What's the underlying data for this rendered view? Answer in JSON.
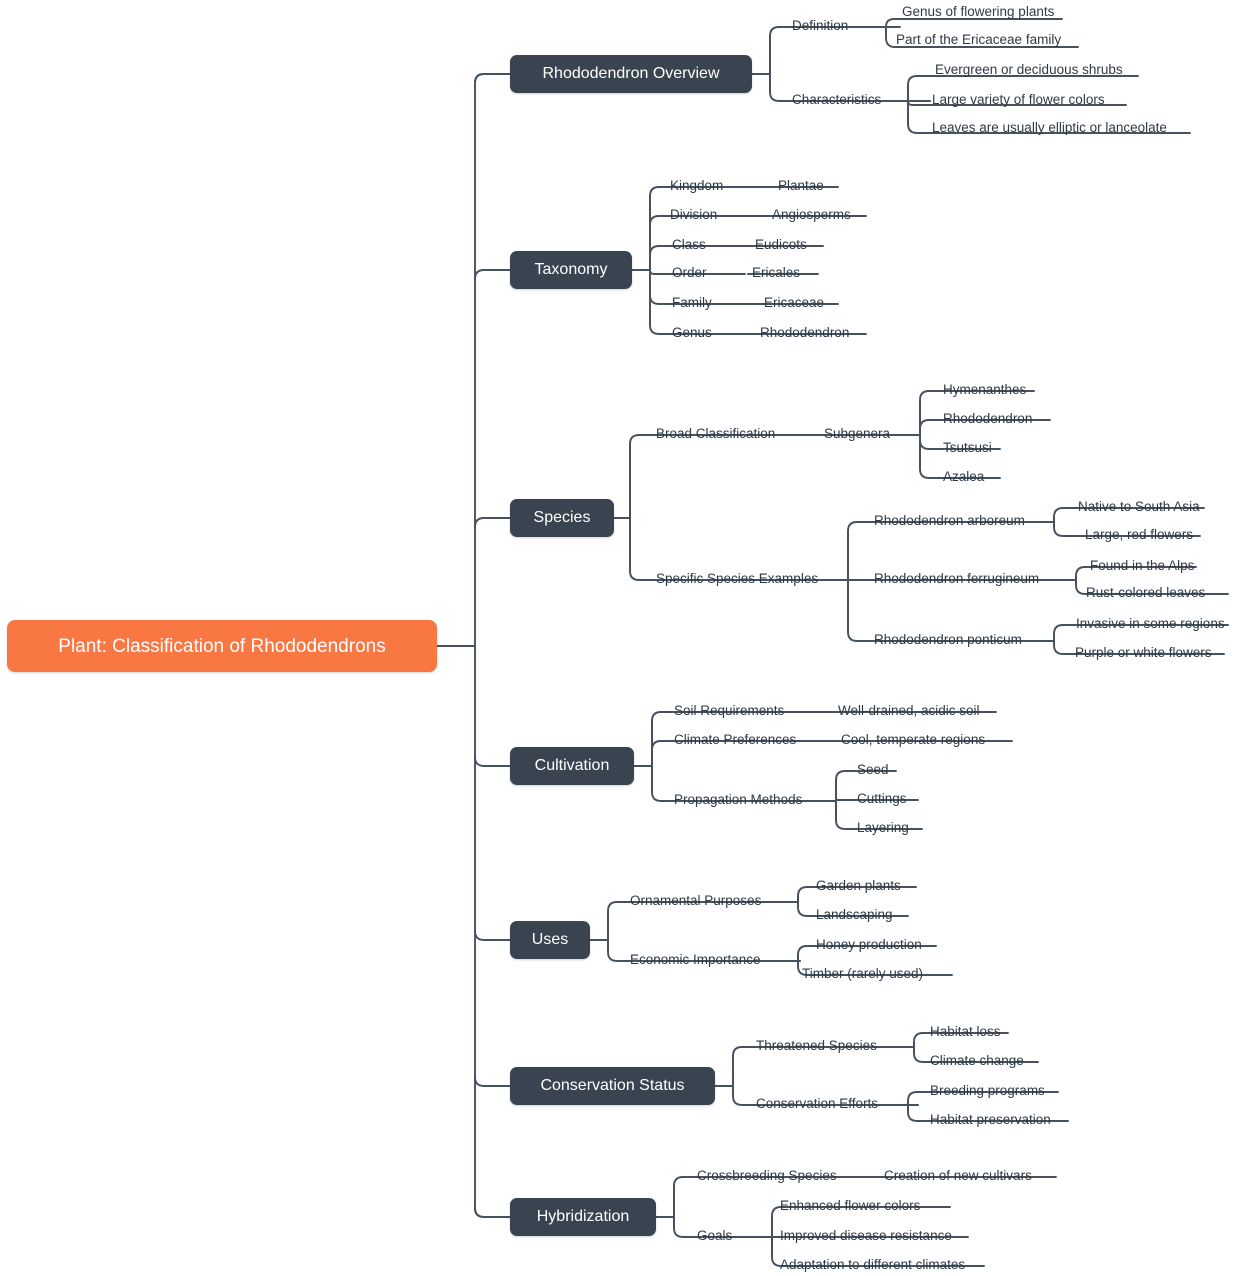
{
  "diagram": {
    "type": "mind-map",
    "title": "Plant: Classification of Rhododendrons",
    "root_color": "#f97742",
    "node_color": "#3a4450",
    "line_color": "#46525e",
    "text_color": "#2f3a45",
    "background": "#ffffff"
  },
  "root": {
    "label": "Plant: Classification of Rhododendrons"
  },
  "branches": [
    {
      "label": "Rhododendron Overview",
      "children": [
        {
          "label": "Definition",
          "children": [
            {
              "label": "Genus of flowering plants"
            },
            {
              "label": "Part of the Ericaceae family"
            }
          ]
        },
        {
          "label": "Characteristics",
          "children": [
            {
              "label": "Evergreen or deciduous shrubs"
            },
            {
              "label": "Large variety of flower colors"
            },
            {
              "label": "Leaves are usually elliptic or lanceolate"
            }
          ]
        }
      ]
    },
    {
      "label": "Taxonomy",
      "children": [
        {
          "label": "Kingdom",
          "children": [
            {
              "label": "Plantae"
            }
          ]
        },
        {
          "label": "Division",
          "children": [
            {
              "label": "Angiosperms"
            }
          ]
        },
        {
          "label": "Class",
          "children": [
            {
              "label": "Eudicots"
            }
          ]
        },
        {
          "label": "Order",
          "children": [
            {
              "label": "Ericales"
            }
          ]
        },
        {
          "label": "Family",
          "children": [
            {
              "label": "Ericaceae"
            }
          ]
        },
        {
          "label": "Genus",
          "children": [
            {
              "label": "Rhododendron"
            }
          ]
        }
      ]
    },
    {
      "label": "Species",
      "children": [
        {
          "label": "Broad Classification",
          "children": [
            {
              "label": "Subgenera",
              "children": [
                {
                  "label": "Hymenanthes"
                },
                {
                  "label": "Rhododendron"
                },
                {
                  "label": "Tsutsusi"
                },
                {
                  "label": "Azalea"
                }
              ]
            }
          ]
        },
        {
          "label": "Specific Species Examples",
          "children": [
            {
              "label": "Rhododendron arboreum",
              "children": [
                {
                  "label": "Native to South Asia"
                },
                {
                  "label": "Large, red flowers"
                }
              ]
            },
            {
              "label": "Rhododendron ferrugineum",
              "children": [
                {
                  "label": "Found in the Alps"
                },
                {
                  "label": "Rust-colored leaves"
                }
              ]
            },
            {
              "label": "Rhododendron ponticum",
              "children": [
                {
                  "label": "Invasive in some regions"
                },
                {
                  "label": "Purple or white flowers"
                }
              ]
            }
          ]
        }
      ]
    },
    {
      "label": "Cultivation",
      "children": [
        {
          "label": "Soil Requirements",
          "children": [
            {
              "label": "Well-drained, acidic soil"
            }
          ]
        },
        {
          "label": "Climate Preferences",
          "children": [
            {
              "label": "Cool, temperate regions"
            }
          ]
        },
        {
          "label": "Propagation Methods",
          "children": [
            {
              "label": "Seed"
            },
            {
              "label": "Cuttings"
            },
            {
              "label": "Layering"
            }
          ]
        }
      ]
    },
    {
      "label": "Uses",
      "children": [
        {
          "label": "Ornamental Purposes",
          "children": [
            {
              "label": "Garden plants"
            },
            {
              "label": "Landscaping"
            }
          ]
        },
        {
          "label": "Economic Importance",
          "children": [
            {
              "label": "Honey production"
            },
            {
              "label": "Timber (rarely used)"
            }
          ]
        }
      ]
    },
    {
      "label": "Conservation Status",
      "children": [
        {
          "label": "Threatened Species",
          "children": [
            {
              "label": "Habitat loss"
            },
            {
              "label": "Climate change"
            }
          ]
        },
        {
          "label": "Conservation Efforts",
          "children": [
            {
              "label": "Breeding programs"
            },
            {
              "label": "Habitat preservation"
            }
          ]
        }
      ]
    },
    {
      "label": "Hybridization",
      "children": [
        {
          "label": "Crossbreeding Species",
          "children": [
            {
              "label": "Creation of new cultivars"
            }
          ]
        },
        {
          "label": "Goals",
          "children": [
            {
              "label": "Enhanced flower colors"
            },
            {
              "label": "Improved disease resistance"
            },
            {
              "label": "Adaptation to different climates"
            }
          ]
        }
      ]
    }
  ]
}
